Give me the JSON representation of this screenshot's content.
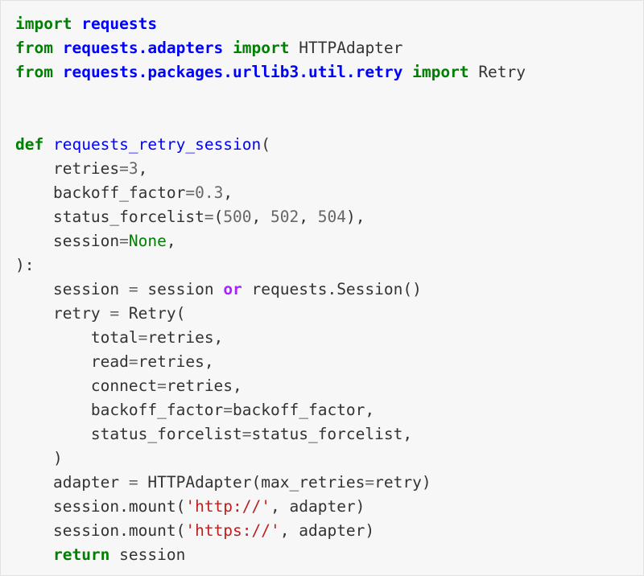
{
  "code": {
    "line1": {
      "kw": "import",
      "mod": "requests"
    },
    "line2": {
      "kw_from": "from",
      "mod": "requests.adapters",
      "kw_import": "import",
      "name": "HTTPAdapter"
    },
    "line3": {
      "kw_from": "from",
      "mod": "requests.packages.urllib3.util.retry",
      "kw_import": "import",
      "name": "Retry"
    },
    "line6": {
      "kw": "def",
      "fn": "requests_retry_session",
      "paren": "("
    },
    "line7": {
      "name": "retries",
      "eq": "=",
      "val": "3",
      "tail": ","
    },
    "line8": {
      "name": "backoff_factor",
      "eq": "=",
      "val": "0.3",
      "tail": ","
    },
    "line9": {
      "name": "status_forcelist",
      "eq": "=",
      "open": "(",
      "v1": "500",
      "sep1": ", ",
      "v2": "502",
      "sep2": ", ",
      "v3": "504",
      "close": "),"
    },
    "line10": {
      "name": "session",
      "eq": "=",
      "val": "None",
      "tail": ","
    },
    "line11": {
      "text": "):"
    },
    "line12": {
      "a": "session ",
      "eq": "=",
      "b": " session ",
      "kw": "or",
      "c": " requests.Session()"
    },
    "line13": {
      "a": "retry ",
      "eq": "=",
      "b": " Retry("
    },
    "line14": {
      "a": "total",
      "eq": "=",
      "b": "retries,"
    },
    "line15": {
      "a": "read",
      "eq": "=",
      "b": "retries,"
    },
    "line16": {
      "a": "connect",
      "eq": "=",
      "b": "retries,"
    },
    "line17": {
      "a": "backoff_factor",
      "eq": "=",
      "b": "backoff_factor,"
    },
    "line18": {
      "a": "status_forcelist",
      "eq": "=",
      "b": "status_forcelist,"
    },
    "line19": {
      "text": ")"
    },
    "line20": {
      "a": "adapter ",
      "eq": "=",
      "b": " HTTPAdapter(max_retries",
      "eq2": "=",
      "c": "retry)"
    },
    "line21": {
      "a": "session.mount(",
      "str": "'http://'",
      "b": ", adapter)"
    },
    "line22": {
      "a": "session.mount(",
      "str": "'https://'",
      "b": ", adapter)"
    },
    "line23": {
      "kw": "return",
      "b": " session"
    }
  },
  "colors": {
    "keyword": "#008000",
    "keyword_operator": "#aa22ff",
    "module": "#0000ff",
    "function": "#0000ff",
    "number": "#666666",
    "string": "#ba2121",
    "background": "#f7f7f7"
  }
}
